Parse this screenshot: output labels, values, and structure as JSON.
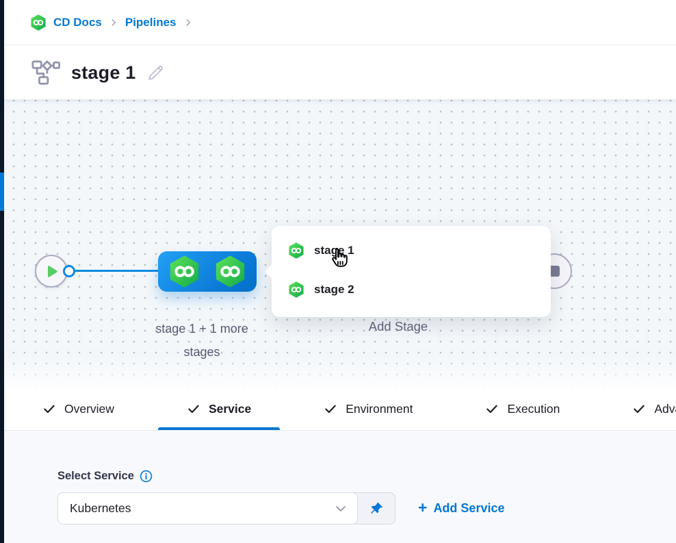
{
  "colors": {
    "accent_blue": "#0278d5",
    "brand_green": "#42d44b",
    "rail_dark": "#0b1726"
  },
  "breadcrumb": {
    "crumbs": [
      {
        "label": "CD Docs"
      },
      {
        "label": "Pipelines"
      }
    ],
    "separator_icon": "chevron-right-icon",
    "logo_icon": "harness-pipeline-icon"
  },
  "header": {
    "title": "stage 1",
    "title_icon": "stage-graph-icon",
    "edit_icon": "pencil-icon"
  },
  "canvas": {
    "start_node_icon": "play-icon",
    "end_node_icon": "stop-icon",
    "stage_label_line1": "stage 1 + 1 more",
    "stage_label_line2": "stages",
    "add_stage_label": "Add Stage",
    "popover_items": [
      {
        "label": "stage 1"
      },
      {
        "label": "stage 2"
      }
    ],
    "cursor_icon": "hand-pointer-cursor"
  },
  "tabs": [
    {
      "label": "Overview",
      "active": false
    },
    {
      "label": "Service",
      "active": true
    },
    {
      "label": "Environment",
      "active": false
    },
    {
      "label": "Execution",
      "active": false
    },
    {
      "label": "Advanced",
      "active": false,
      "partially_visible": true
    }
  ],
  "service_panel": {
    "label": "Select Service",
    "info_icon": "info-icon",
    "selected_service": "Kubernetes",
    "pin_icon": "pin-icon",
    "add_service_plus": "+",
    "add_service_label": "Add Service"
  }
}
